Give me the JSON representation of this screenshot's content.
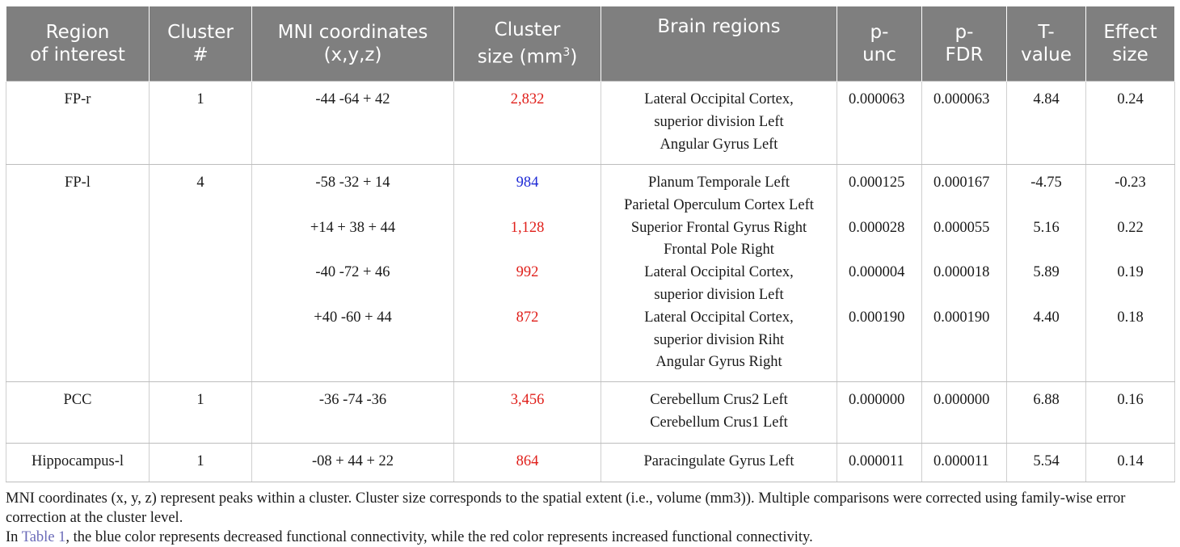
{
  "table": {
    "headers": [
      {
        "line1": "Region",
        "line2": "of interest"
      },
      {
        "line1": "Cluster",
        "line2": "#"
      },
      {
        "line1": "MNI coordinates",
        "line2": "(x,y,z)"
      },
      {
        "line1": "Cluster",
        "line2": "size (mm",
        "sup": "3",
        "tail": ")"
      },
      {
        "line1": "Brain regions",
        "line2": ""
      },
      {
        "line1": "p-",
        "line2": "unc"
      },
      {
        "line1": "p-",
        "line2": "FDR"
      },
      {
        "line1": "T-",
        "line2": "value"
      },
      {
        "line1": "Effect",
        "line2": "size"
      }
    ],
    "rows": [
      {
        "roi": "FP-r",
        "cluster": "1",
        "entries": [
          {
            "mni": "-44 -64 + 42",
            "size": "2,832",
            "size_color": "red",
            "regions": [
              "Lateral Occipital Cortex,",
              "superior division Left",
              "Angular Gyrus Left"
            ],
            "p_unc": "0.000063",
            "p_fdr": "0.000063",
            "t": "4.84",
            "effect": "0.24"
          }
        ]
      },
      {
        "roi": "FP-l",
        "cluster": "4",
        "entries": [
          {
            "mni": "-58 -32 + 14",
            "size": "984",
            "size_color": "blue",
            "regions": [
              "Planum Temporale Left",
              "Parietal Operculum Cortex Left"
            ],
            "p_unc": "0.000125",
            "p_fdr": "0.000167",
            "t": "-4.75",
            "effect": "-0.23"
          },
          {
            "mni": "+14 + 38 + 44",
            "size": "1,128",
            "size_color": "red",
            "regions": [
              "Superior Frontal Gyrus Right",
              "Frontal Pole Right"
            ],
            "p_unc": "0.000028",
            "p_fdr": "0.000055",
            "t": "5.16",
            "effect": "0.22"
          },
          {
            "mni": "-40 -72 + 46",
            "size": "992",
            "size_color": "red",
            "regions": [
              "Lateral Occipital Cortex,",
              "superior division Left"
            ],
            "p_unc": "0.000004",
            "p_fdr": "0.000018",
            "t": "5.89",
            "effect": "0.19"
          },
          {
            "mni": "+40 -60 + 44",
            "size": "872",
            "size_color": "red",
            "regions": [
              "Lateral Occipital Cortex,",
              "superior division Riht",
              "Angular Gyrus Right"
            ],
            "p_unc": "0.000190",
            "p_fdr": "0.000190",
            "t": "4.40",
            "effect": "0.18"
          }
        ]
      },
      {
        "roi": "PCC",
        "cluster": "1",
        "entries": [
          {
            "mni": "-36 -74 -36",
            "size": "3,456",
            "size_color": "red",
            "regions": [
              "Cerebellum Crus2 Left",
              "Cerebellum Crus1 Left"
            ],
            "p_unc": "0.000000",
            "p_fdr": "0.000000",
            "t": "6.88",
            "effect": "0.16"
          }
        ]
      },
      {
        "roi": "Hippocampus-l",
        "cluster": "1",
        "entries": [
          {
            "mni": "-08 + 44 + 22",
            "size": "864",
            "size_color": "red",
            "regions": [
              "Paracingulate Gyrus Left"
            ],
            "p_unc": "0.000011",
            "p_fdr": "0.000011",
            "t": "5.54",
            "effect": "0.14"
          }
        ]
      }
    ]
  },
  "notes": {
    "note1": "MNI coordinates (x, y, z) represent peaks within a cluster. Cluster size corresponds to the spatial extent (i.e., volume (mm3)). Multiple comparisons were corrected using family-wise error correction at the cluster level.",
    "note2_prefix": "In ",
    "note2_link": "Table 1",
    "note2_suffix": ", the blue color represents decreased functional connectivity, while the red color represents increased functional connectivity."
  },
  "colors": {
    "increase": "#e0201b",
    "decrease": "#1f2bd6",
    "header_bg": "#7f7f7f"
  }
}
